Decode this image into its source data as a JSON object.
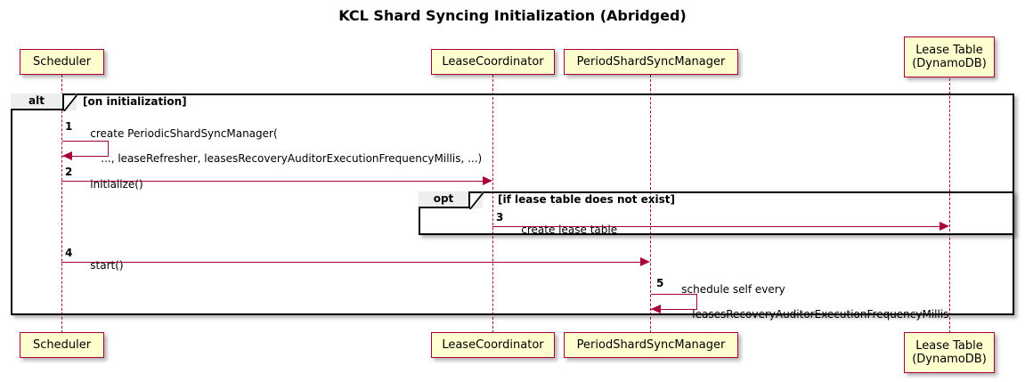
{
  "diagram": {
    "type": "sequence-diagram",
    "title": "KCL Shard Syncing Initialization (Abridged)",
    "colors": {
      "participant_fill": "#FEFECE",
      "participant_border": "#A80036",
      "arrow": "#A80036",
      "fragment_border": "#000000",
      "fragment_label_fill": "#EEEEEE",
      "background": "#FFFFFF"
    }
  },
  "participants": [
    {
      "id": "scheduler",
      "label": "Scheduler"
    },
    {
      "id": "lease_coordinator",
      "label": "LeaseCoordinator"
    },
    {
      "id": "period_shard_sync_manager",
      "label": "PeriodShardSyncManager"
    },
    {
      "id": "lease_table",
      "label": "Lease Table\n(DynamoDB)",
      "label_line1": "Lease Table",
      "label_line2": "(DynamoDB)"
    }
  ],
  "fragments": [
    {
      "id": "alt",
      "operator": "alt",
      "condition": "[on initialization]"
    },
    {
      "id": "opt",
      "operator": "opt",
      "condition": "[if lease table does not exist]"
    }
  ],
  "messages": [
    {
      "number": "1",
      "from": "scheduler",
      "to": "scheduler",
      "kind": "self",
      "text_line1": "create PeriodicShardSyncManager(",
      "text_line2": "..., leaseRefresher, leasesRecoveryAuditorExecutionFrequencyMillis, ...)"
    },
    {
      "number": "2",
      "from": "scheduler",
      "to": "lease_coordinator",
      "kind": "sync",
      "text_line1": "initialize()"
    },
    {
      "number": "3",
      "from": "lease_coordinator",
      "to": "lease_table",
      "kind": "sync",
      "text_line1": "create lease table"
    },
    {
      "number": "4",
      "from": "scheduler",
      "to": "period_shard_sync_manager",
      "kind": "sync",
      "text_line1": "start()"
    },
    {
      "number": "5",
      "from": "period_shard_sync_manager",
      "to": "period_shard_sync_manager",
      "kind": "self",
      "text_line1": "schedule self every",
      "text_line2": "leasesRecoveryAuditorExecutionFrequencyMillis"
    }
  ]
}
